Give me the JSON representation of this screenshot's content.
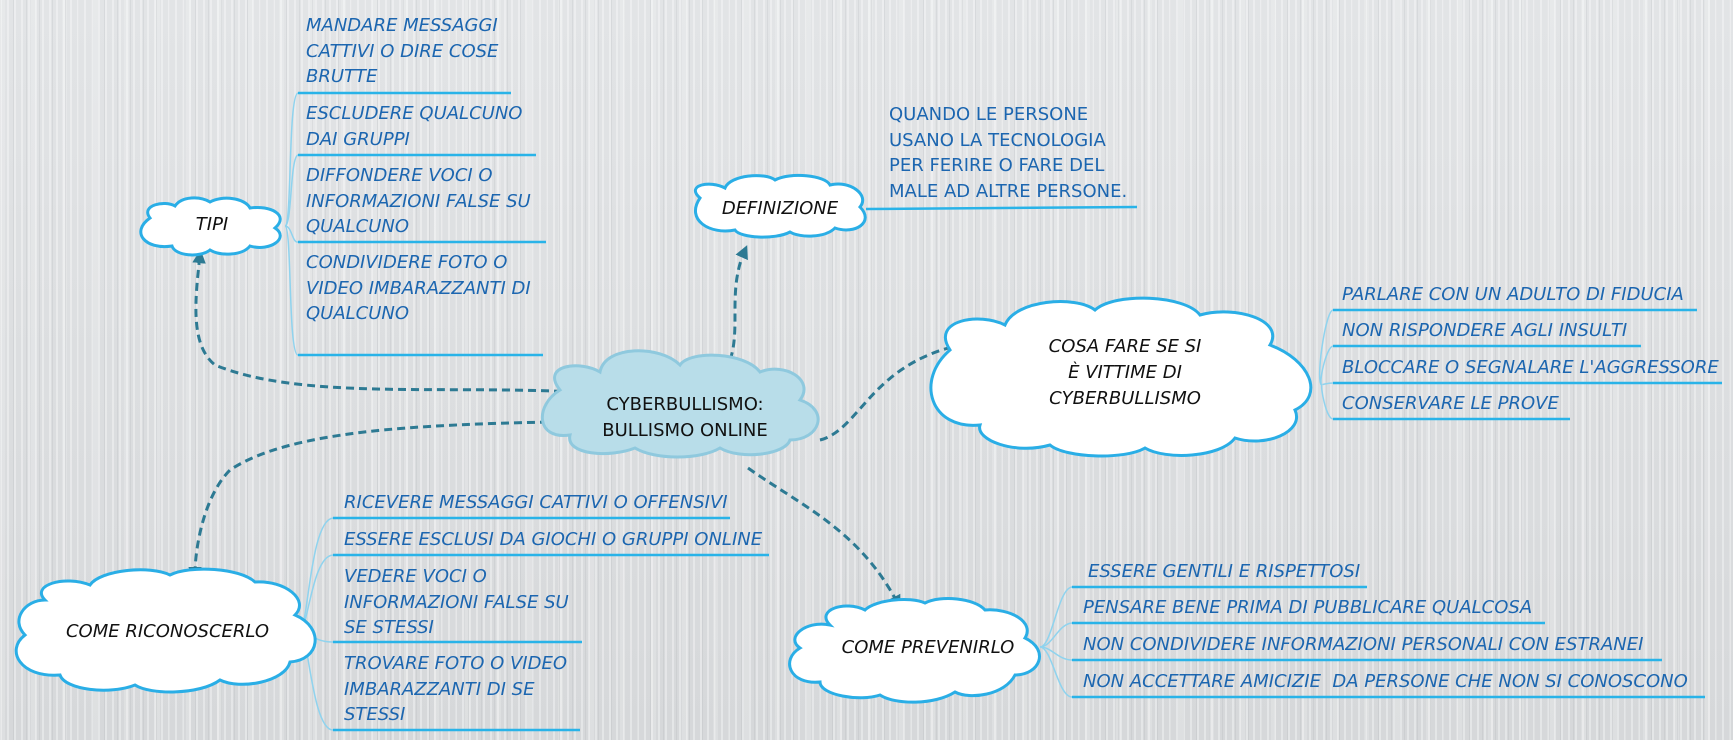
{
  "central": {
    "label_line1": "CYBERBULLISMO:",
    "label_line2": "BULLISMO ONLINE"
  },
  "tipi": {
    "label": "TIPI",
    "items": [
      [
        "MANDARE MESSAGGI",
        "CATTIVI O DIRE COSE",
        "BRUTTE"
      ],
      [
        "ESCLUDERE QUALCUNO",
        "DAI GRUPPI"
      ],
      [
        "DIFFONDERE VOCI O",
        "INFORMAZIONI FALSE SU",
        "QUALCUNO"
      ],
      [
        "CONDIVIDERE FOTO O",
        "VIDEO IMBARAZZANTI DI",
        "QUALCUNO"
      ]
    ]
  },
  "definizione": {
    "label": "DEFINIZIONE",
    "text": [
      "QUANDO LE PERSONE",
      "USANO LA TECNOLOGIA",
      "PER FERIRE O FARE DEL",
      "MALE AD ALTRE PERSONE."
    ]
  },
  "vittime": {
    "label_lines": [
      "COSA FARE SE SI",
      "È VITTIME DI",
      "CYBERBULLISMO"
    ],
    "items": [
      "PARLARE CON UN ADULTO DI FIDUCIA",
      "NON RISPONDERE AGLI INSULTI",
      "BLOCCARE O SEGNALARE L'AGGRESSORE",
      "CONSERVARE LE PROVE"
    ]
  },
  "riconoscerlo": {
    "label": "COME RICONOSCERLO",
    "items": [
      [
        "RICEVERE MESSAGGI CATTIVI O OFFENSIVI"
      ],
      [
        "ESSERE ESCLUSI DA GIOCHI O GRUPPI ONLINE"
      ],
      [
        "VEDERE VOCI O",
        "INFORMAZIONI FALSE SU",
        "SE STESSI"
      ],
      [
        "TROVARE FOTO O VIDEO",
        "IMBARAZZANTI DI SE",
        "STESSI"
      ]
    ]
  },
  "prevenirlo": {
    "label": "COME PREVENIRLO",
    "items": [
      "ESSERE GENTILI E RISPETTOSI",
      "PENSARE BENE PRIMA DI PUBBLICARE QUALCOSA",
      "NON CONDIVIDERE INFORMAZIONI PERSONALI CON ESTRANEI",
      "NON ACCETTARE AMICIZIE  DA PERSONE CHE NON SI CONOSCONO"
    ]
  },
  "colors": {
    "leaf_text": "#1c66b0",
    "underline": "#29b3e8",
    "connector": "#2d7a93",
    "cloud_stroke": "#2aaee6",
    "central_fill": "#b8dde9",
    "central_stroke": "#8fc9de",
    "cloud_fill": "#ffffff"
  }
}
